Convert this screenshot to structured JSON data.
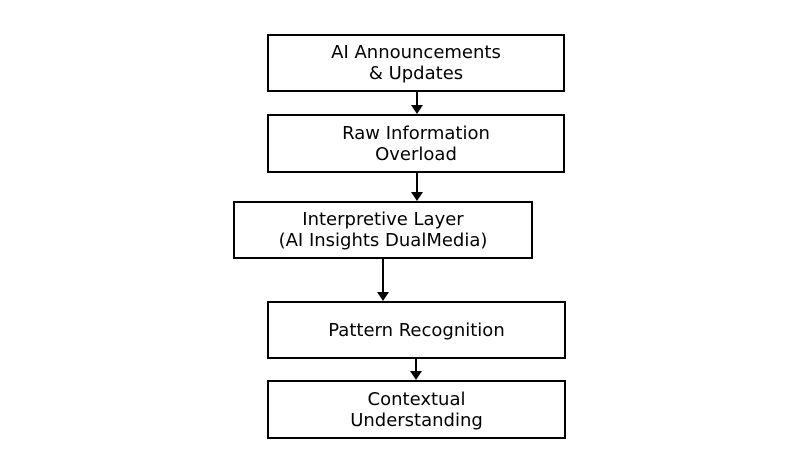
{
  "diagram": {
    "type": "flowchart",
    "direction": "top-down",
    "nodes": [
      {
        "id": "ai-announcements-updates",
        "label": "AI Announcements\n& Updates"
      },
      {
        "id": "raw-information-overload",
        "label": "Raw Information\nOverload"
      },
      {
        "id": "interpretive-layer",
        "label": "Interpretive Layer\n(AI Insights DualMedia)"
      },
      {
        "id": "pattern-recognition",
        "label": "Pattern Recognition"
      },
      {
        "id": "contextual-understanding",
        "label": "Contextual\nUnderstanding"
      }
    ],
    "edges": [
      {
        "from": "ai-announcements-updates",
        "to": "raw-information-overload"
      },
      {
        "from": "raw-information-overload",
        "to": "interpretive-layer"
      },
      {
        "from": "interpretive-layer",
        "to": "pattern-recognition"
      },
      {
        "from": "pattern-recognition",
        "to": "contextual-understanding"
      }
    ],
    "colors": {
      "background": "#ffffff",
      "node_fill": "#ffffff",
      "node_border": "#000000",
      "text": "#000000",
      "arrow": "#000000"
    }
  }
}
